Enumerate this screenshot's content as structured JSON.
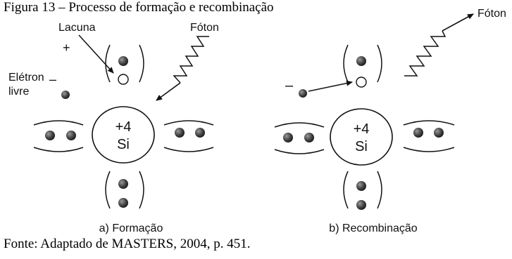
{
  "caption": "Figura 13 – Processo de formação e recombinação",
  "source": "Fonte: Adaptado de MASTERS, 2004, p. 451.",
  "panel_a": {
    "hole_label": "Lacuna",
    "plus_sign": "+",
    "photon_label": "Fóton",
    "electron_label_line1": "Elétron",
    "electron_label_line2": "livre",
    "minus_sign": "–",
    "atom_charge": "+4",
    "atom_symbol": "Si",
    "subtitle": "a) Formação"
  },
  "panel_b": {
    "photon_label": "Fóton",
    "minus_sign": "–",
    "atom_charge": "+4",
    "atom_symbol": "Si",
    "subtitle": "b) Recombinação"
  }
}
